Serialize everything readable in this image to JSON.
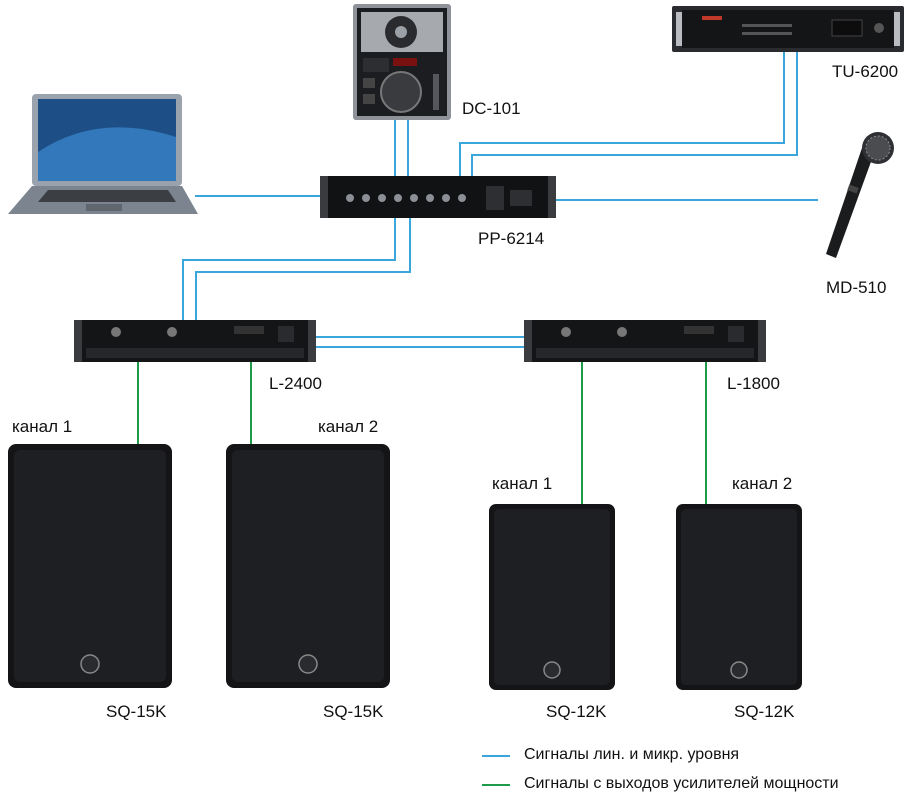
{
  "colors": {
    "line_level": "#3aa6dc",
    "amp_output": "#1f9a4a"
  },
  "devices": {
    "dc101": "DC-101",
    "tu6200": "TU-6200",
    "pp6214": "PP-6214",
    "md510": "MD-510",
    "l2400": "L-2400",
    "l1800": "L-1800"
  },
  "speakers": {
    "left1": {
      "channel": "канал 1",
      "model": "SQ-15K"
    },
    "left2": {
      "channel": "канал 2",
      "model": "SQ-15K"
    },
    "right1": {
      "channel": "канал 1",
      "model": "SQ-12K"
    },
    "right2": {
      "channel": "канал 2",
      "model": "SQ-12K"
    }
  },
  "legend": {
    "line_level": "Сигналы лин. и микр. уровня",
    "amp_output": "Сигналы с выходов усилителей мощности"
  },
  "icons": {
    "laptop": "laptop-icon",
    "cd_player": "cd-player-icon",
    "tuner": "tuner-icon",
    "mixer": "mixer-amplifier-icon",
    "microphone": "microphone-icon",
    "amplifier": "power-amplifier-icon",
    "speaker": "speaker-icon"
  }
}
